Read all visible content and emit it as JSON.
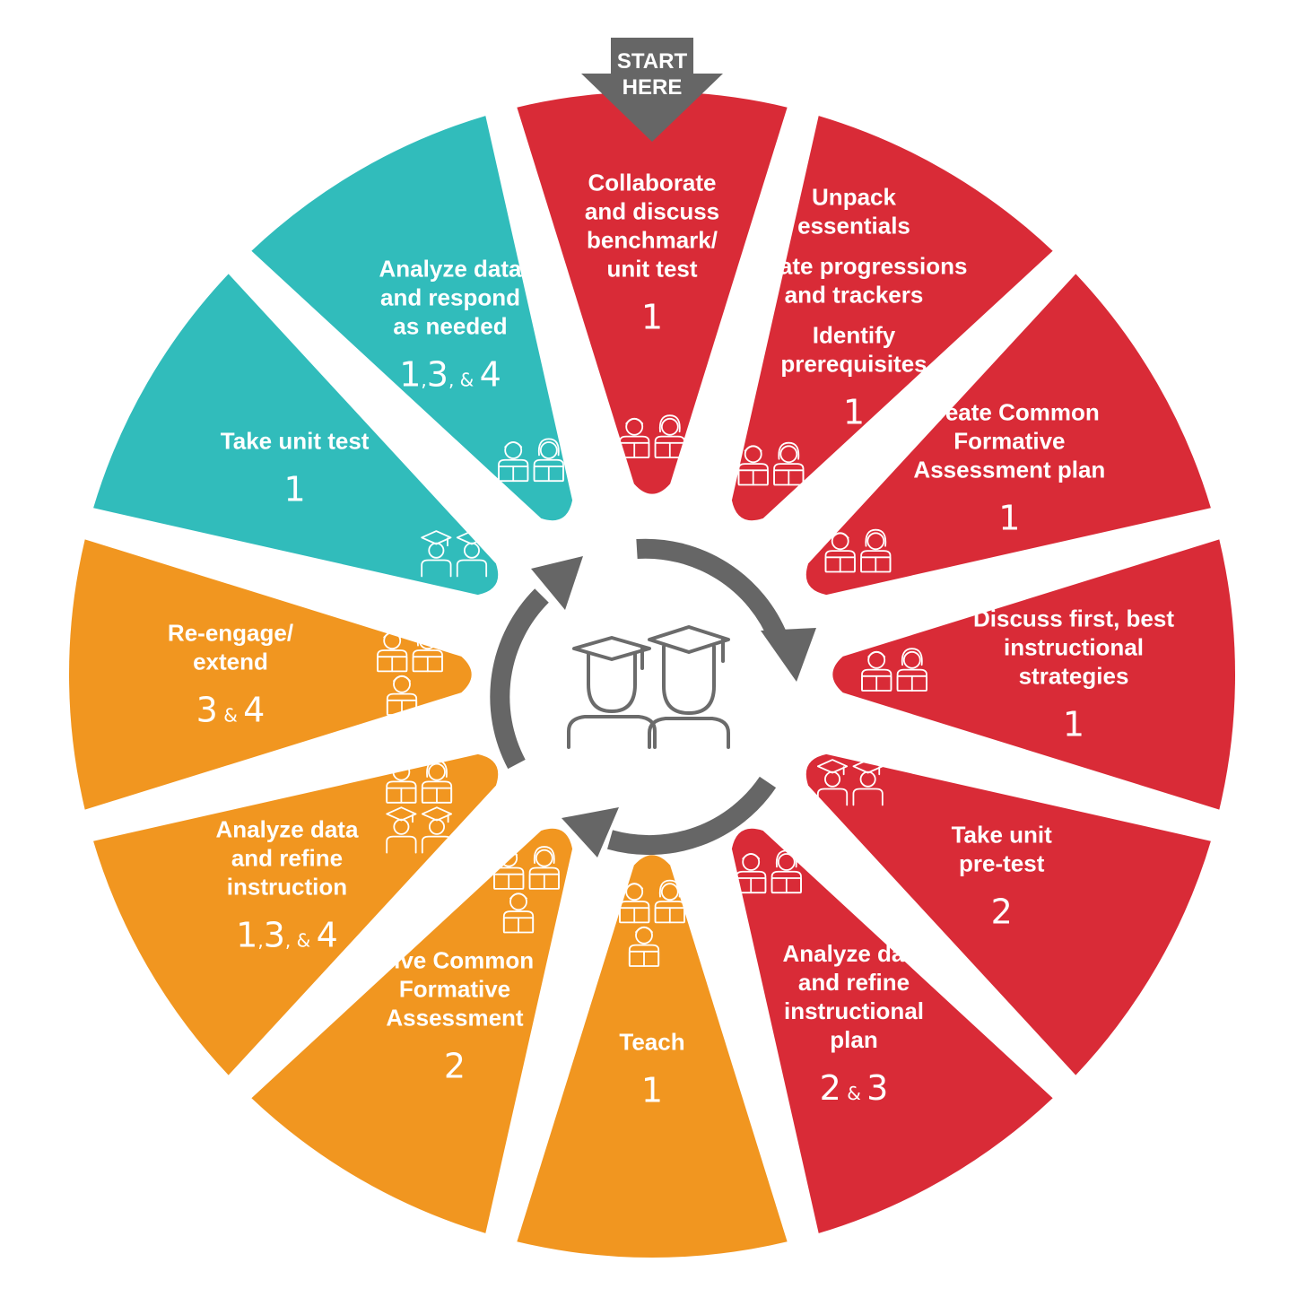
{
  "start_marker": {
    "lines": [
      "START",
      "HERE"
    ]
  },
  "colors": {
    "red": "#d92b37",
    "teal": "#31bcbb",
    "orange": "#f19620",
    "gray": "#666666",
    "background": "#ffffff"
  },
  "center_icon": "graduate-students-icon",
  "cycle_arrows": "circular-refresh-arrows",
  "segments": [
    {
      "id": "collaborate",
      "color": "red",
      "lines": [
        "Collaborate",
        "and discuss",
        "benchmark/",
        "unit test"
      ],
      "number": [
        "1"
      ],
      "icon": "teachers-icon"
    },
    {
      "id": "unpack",
      "color": "red",
      "lines": [
        "Unpack",
        "essentials",
        "",
        "Create progressions",
        "and trackers",
        "",
        "Identify",
        "prerequisites"
      ],
      "number": [
        "1"
      ],
      "icon": "teachers-icon"
    },
    {
      "id": "cfa-plan",
      "color": "red",
      "lines": [
        "Create Common",
        "Formative",
        "Assessment plan"
      ],
      "number": [
        "1"
      ],
      "icon": "teachers-icon"
    },
    {
      "id": "strategies",
      "color": "red",
      "lines": [
        "Discuss first, best",
        "instructional",
        "strategies"
      ],
      "number": [
        "1"
      ],
      "icon": "teachers-icon"
    },
    {
      "id": "pretest",
      "color": "red",
      "lines": [
        "Take unit",
        "pre-test"
      ],
      "number": [
        "2"
      ],
      "icon": "graduates-icon"
    },
    {
      "id": "refine-plan",
      "color": "red",
      "lines": [
        "Analyze data",
        "and refine",
        "instructional",
        "plan"
      ],
      "number": [
        "2",
        "&",
        "3"
      ],
      "icon": "teachers-icon"
    },
    {
      "id": "teach",
      "color": "orange",
      "lines": [
        "Teach"
      ],
      "number": [
        "1"
      ],
      "icon": "teachers-group-icon"
    },
    {
      "id": "give-cfa",
      "color": "orange",
      "lines": [
        "Give Common",
        "Formative",
        "Assessment"
      ],
      "number": [
        "2"
      ],
      "icon": "teachers-group-icon"
    },
    {
      "id": "refine-instruction",
      "color": "orange",
      "lines": [
        "Analyze data",
        "and refine",
        "instruction"
      ],
      "number": [
        "1",
        ",",
        "3",
        ",",
        "&",
        "4"
      ],
      "icon": "teachers-and-graduates-icon"
    },
    {
      "id": "reengage",
      "color": "orange",
      "lines": [
        "Re-engage/",
        "extend"
      ],
      "number": [
        "3",
        "&",
        "4"
      ],
      "icon": "teachers-group-icon"
    },
    {
      "id": "unit-test",
      "color": "teal",
      "lines": [
        "Take unit test"
      ],
      "number": [
        "1"
      ],
      "icon": "graduates-icon"
    },
    {
      "id": "respond",
      "color": "teal",
      "lines": [
        "Analyze data",
        "and respond",
        "as needed"
      ],
      "number": [
        "1",
        ",",
        "3",
        ",",
        "&",
        "4"
      ],
      "icon": "teachers-icon"
    }
  ]
}
